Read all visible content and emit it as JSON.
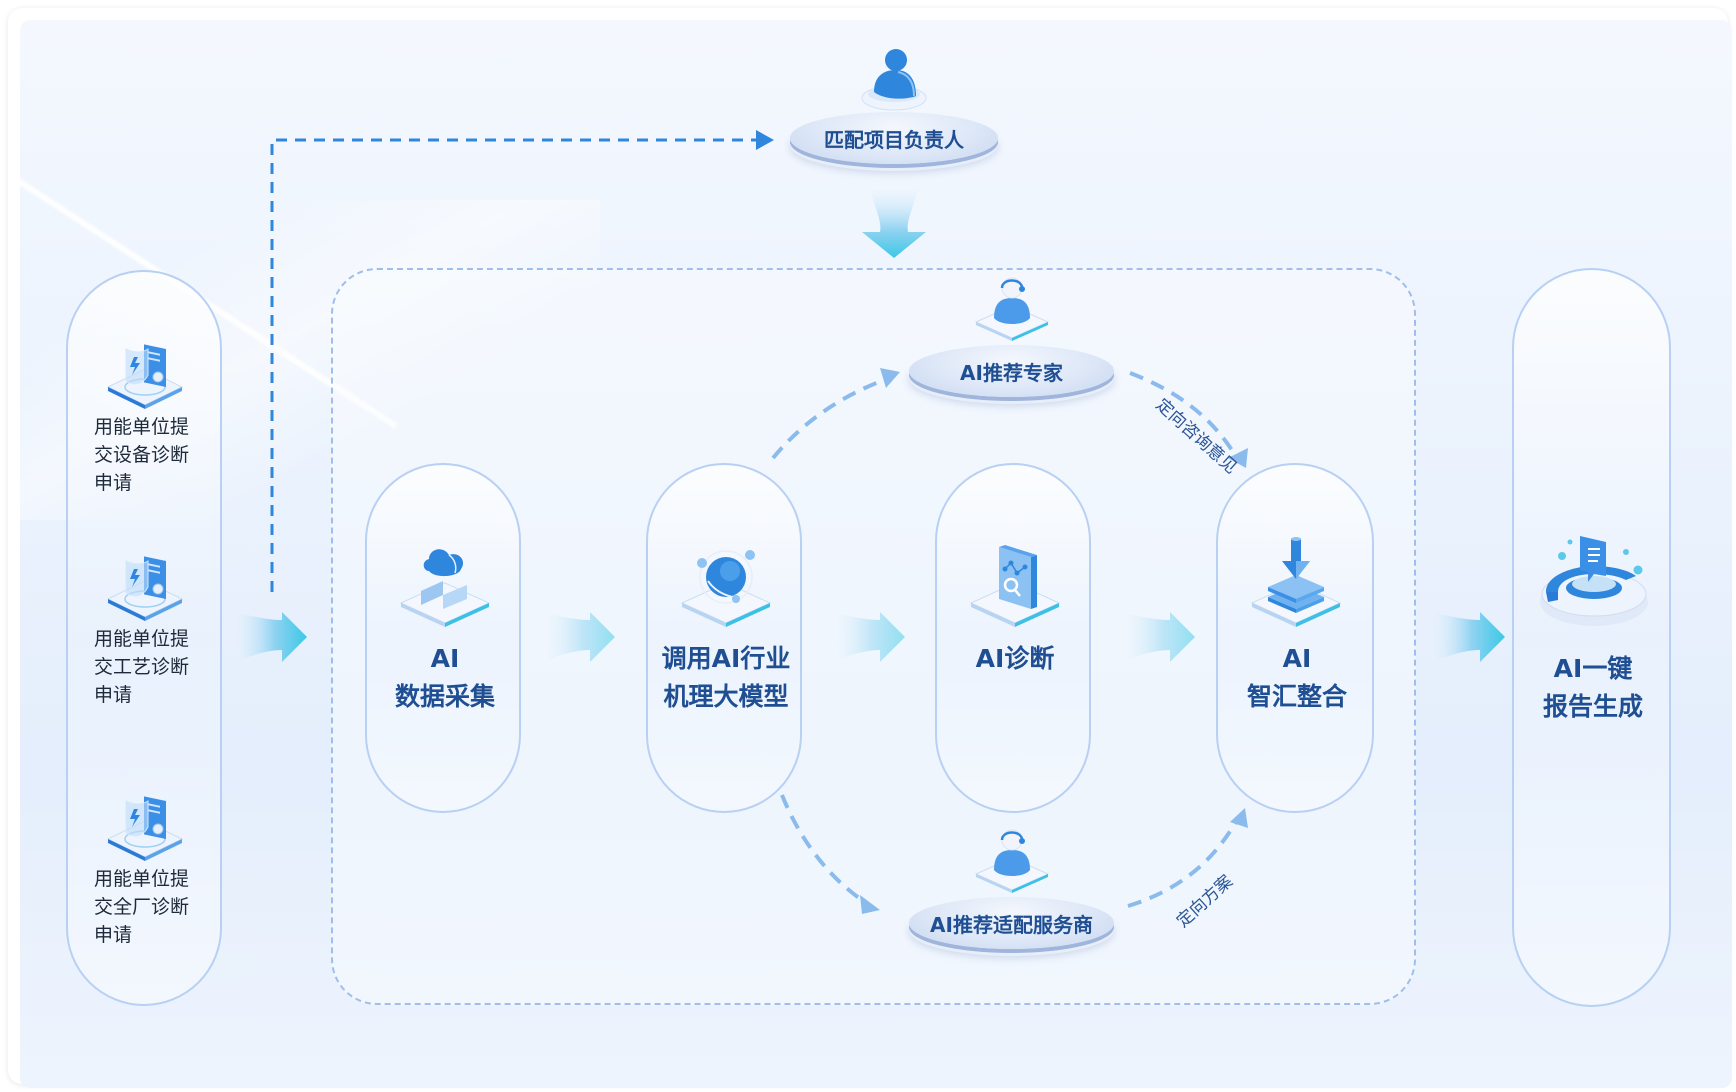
{
  "diagram": {
    "title": "AI energy diagnosis workflow",
    "colors": {
      "accent": "#2f86dd",
      "text_primary": "#1f4f92",
      "text_dark": "#1e2a3a",
      "pill_border": "#b8d0f3",
      "container_border": "#9fbeeb",
      "arrow_gradient_start": "#e8f2fd",
      "arrow_gradient_end": "#3fc9e8"
    },
    "match": {
      "label": "匹配项目负责人",
      "icon": "person-icon"
    },
    "requests": {
      "items": [
        {
          "label": "用能单位提交设备诊断申请",
          "lines": [
            "用能单位提",
            "交设备诊断",
            "申请"
          ],
          "icon": "shield-document-icon"
        },
        {
          "label": "用能单位提交工艺诊断申请",
          "lines": [
            "用能单位提",
            "交工艺诊断",
            "申请"
          ],
          "icon": "shield-document-icon"
        },
        {
          "label": "用能单位提交全厂诊断申请",
          "lines": [
            "用能单位提",
            "交全厂诊断",
            "申请"
          ],
          "icon": "shield-document-icon"
        }
      ]
    },
    "steps": [
      {
        "lines": [
          "AI",
          "数据采集"
        ],
        "icon": "cloud-server-icon"
      },
      {
        "lines": [
          "调用AI行业",
          "机理大模型"
        ],
        "icon": "globe-model-icon"
      },
      {
        "lines": [
          "AI诊断"
        ],
        "icon": "diagnosis-chart-icon"
      },
      {
        "lines": [
          "AI",
          "智汇整合"
        ],
        "icon": "merge-download-icon"
      }
    ],
    "expert": {
      "label": "AI推荐专家",
      "icon": "support-agent-icon",
      "edge_label": "定向咨询意见"
    },
    "provider": {
      "label": "AI推荐适配服务商",
      "icon": "support-agent-icon",
      "edge_label": "定向方案"
    },
    "output": {
      "lines": [
        "AI一键",
        "报告生成"
      ],
      "icon": "report-ring-icon"
    }
  }
}
